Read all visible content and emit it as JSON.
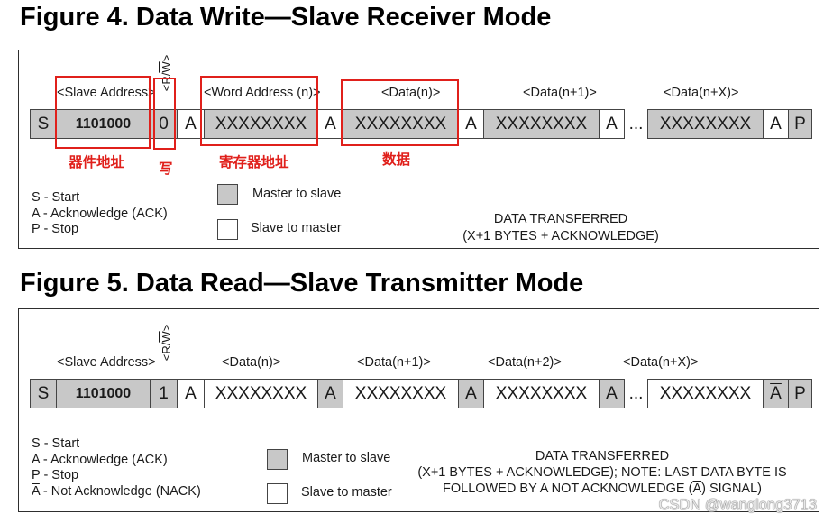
{
  "colors": {
    "master_to_slave_fill": "#c8c8c8",
    "slave_to_master_fill": "#ffffff",
    "annotation": "#e0201b",
    "border": "#444444"
  },
  "figure4": {
    "title": "Figure 4. Data Write—Slave Receiver Mode",
    "rw_label": {
      "pre": "<R/",
      "bar": "W",
      "post": ">"
    },
    "field_labels": {
      "slave_address": "<Slave Address>",
      "word_address": "<Word Address (n)>",
      "data_n": "<Data(n)>",
      "data_n1": "<Data(n+1)>",
      "data_nx": "<Data(n+X)>"
    },
    "frame": [
      {
        "text": "S",
        "from_master": true
      },
      {
        "text": "1101000",
        "from_master": true
      },
      {
        "text": "0",
        "from_master": true
      },
      {
        "text": "A",
        "from_master": false
      },
      {
        "text": "XXXXXXXX",
        "from_master": true
      },
      {
        "text": "A",
        "from_master": false
      },
      {
        "text": "XXXXXXXX",
        "from_master": true
      },
      {
        "text": "A",
        "from_master": false
      },
      {
        "text": "XXXXXXXX",
        "from_master": true
      },
      {
        "text": "A",
        "from_master": false
      },
      {
        "text": "..."
      },
      {
        "text": "XXXXXXXX",
        "from_master": true
      },
      {
        "text": "A",
        "from_master": false
      },
      {
        "text": "P",
        "from_master": true
      }
    ],
    "legend": {
      "start": "S - Start",
      "ack": "A - Acknowledge (ACK)",
      "stop": "P - Stop",
      "master_to_slave": "Master to slave",
      "slave_to_master": "Slave to master"
    },
    "summary": {
      "line1": "DATA TRANSFERRED",
      "line2": "(X+1 BYTES + ACKNOWLEDGE)"
    },
    "annotations": {
      "device_address": "器件地址",
      "write": "写",
      "register_address": "寄存器地址",
      "data": "数据"
    }
  },
  "figure5": {
    "title": "Figure 5. Data Read—Slave Transmitter Mode",
    "rw_label": {
      "pre": "<R/",
      "bar": "W",
      "post": ">"
    },
    "field_labels": {
      "slave_address": "<Slave Address>",
      "data_n": "<Data(n)>",
      "data_n1": "<Data(n+1)>",
      "data_n2": "<Data(n+2)>",
      "data_nx": "<Data(n+X)>"
    },
    "frame": [
      {
        "text": "S",
        "from_master": true
      },
      {
        "text": "1101000",
        "from_master": true
      },
      {
        "text": "1",
        "from_master": true
      },
      {
        "text": "A",
        "from_master": false
      },
      {
        "text": "XXXXXXXX",
        "from_master": false
      },
      {
        "text": "A",
        "from_master": true
      },
      {
        "text": "XXXXXXXX",
        "from_master": false
      },
      {
        "text": "A",
        "from_master": true
      },
      {
        "text": "XXXXXXXX",
        "from_master": false
      },
      {
        "text": "A",
        "from_master": true
      },
      {
        "text": "..."
      },
      {
        "text": "XXXXXXXX",
        "from_master": false
      },
      {
        "text": "A",
        "from_master": true,
        "overline": true
      },
      {
        "text": "P",
        "from_master": true
      }
    ],
    "legend": {
      "start": "S - Start",
      "ack": "A - Acknowledge (ACK)",
      "stop": "P - Stop",
      "nack": {
        "bar": "A",
        "rest": " - Not Acknowledge (NACK)"
      },
      "master_to_slave": "Master to slave",
      "slave_to_master": "Slave to master"
    },
    "summary": {
      "line1": "DATA TRANSFERRED",
      "line2": "(X+1 BYTES + ACKNOWLEDGE); NOTE: LAST DATA BYTE IS",
      "line3": {
        "pre": "FOLLOWED BY A NOT ACKNOWLEDGE (",
        "bar": "A",
        "post": ") SIGNAL)"
      }
    }
  },
  "watermark": "CSDN @wanglong3713"
}
